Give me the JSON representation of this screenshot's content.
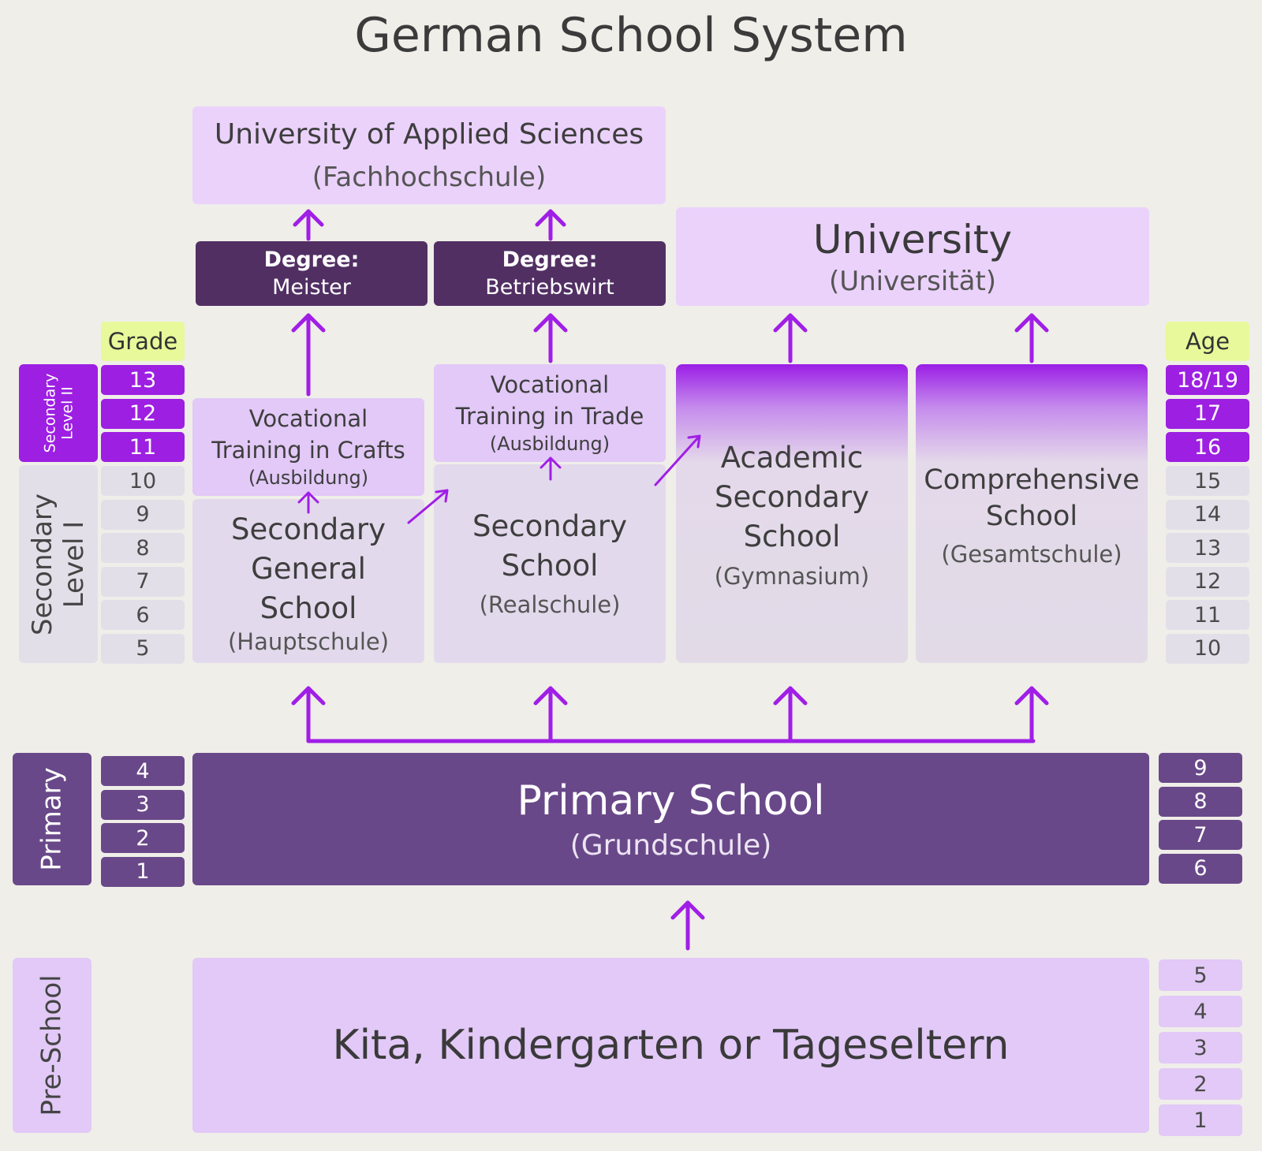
{
  "title": "German School System",
  "fachhochschule": {
    "name": "University of Applied Sciences",
    "german": "(Fachhochschule)"
  },
  "degree_meister": {
    "label": "Degree:",
    "value": "Meister"
  },
  "degree_betriebswirt": {
    "label": "Degree:",
    "value": "Betriebswirt"
  },
  "university": {
    "name": "University",
    "german": "(Universität)"
  },
  "voc_crafts": {
    "line1": "Vocational",
    "line2": "Training in Crafts",
    "german": "(Ausbildung)"
  },
  "voc_trade": {
    "line1": "Vocational",
    "line2": "Training in Trade",
    "german": "(Ausbildung)"
  },
  "hauptschule": {
    "line1": "Secondary",
    "line2": "General",
    "line3": "School",
    "german": "(Hauptschule)"
  },
  "realschule": {
    "line1": "Secondary",
    "line2": "School",
    "german": "(Realschule)"
  },
  "gymnasium": {
    "line1": "Academic",
    "line2": "Secondary",
    "line3": "School",
    "german": "(Gymnasium)"
  },
  "gesamtschule": {
    "line1": "Comprehensive",
    "line2": "School",
    "german": "(Gesamtschule)"
  },
  "primary_school": {
    "name": "Primary School",
    "german": "(Grundschule)"
  },
  "preschool": {
    "name": "Kita, Kindergarten or Tageseltern"
  },
  "grade_header": "Grade",
  "age_header": "Age",
  "level_labels": {
    "secondary_2_line1": "Secondary",
    "secondary_2_line2": "Level II",
    "secondary_1_line1": "Secondary",
    "secondary_1_line2": "Level I",
    "primary": "Primary",
    "preschool": "Pre-School"
  },
  "grades_secondary_2": [
    "13",
    "12",
    "11"
  ],
  "grades_secondary_1": [
    "10",
    "9",
    "8",
    "7",
    "6",
    "5"
  ],
  "grades_primary": [
    "4",
    "3",
    "2",
    "1"
  ],
  "ages_secondary_2": [
    "18/19",
    "17",
    "16"
  ],
  "ages_secondary_1": [
    "15",
    "14",
    "13",
    "12",
    "11",
    "10"
  ],
  "ages_primary": [
    "9",
    "8",
    "7",
    "6"
  ],
  "ages_preschool": [
    "5",
    "4",
    "3",
    "2",
    "1"
  ],
  "colors": {
    "arrow": "#a01ee6",
    "highlight": "#e7f99a",
    "dark_box": "#512f63",
    "primary_box": "#694889",
    "light_box": "#ebd2fb"
  }
}
